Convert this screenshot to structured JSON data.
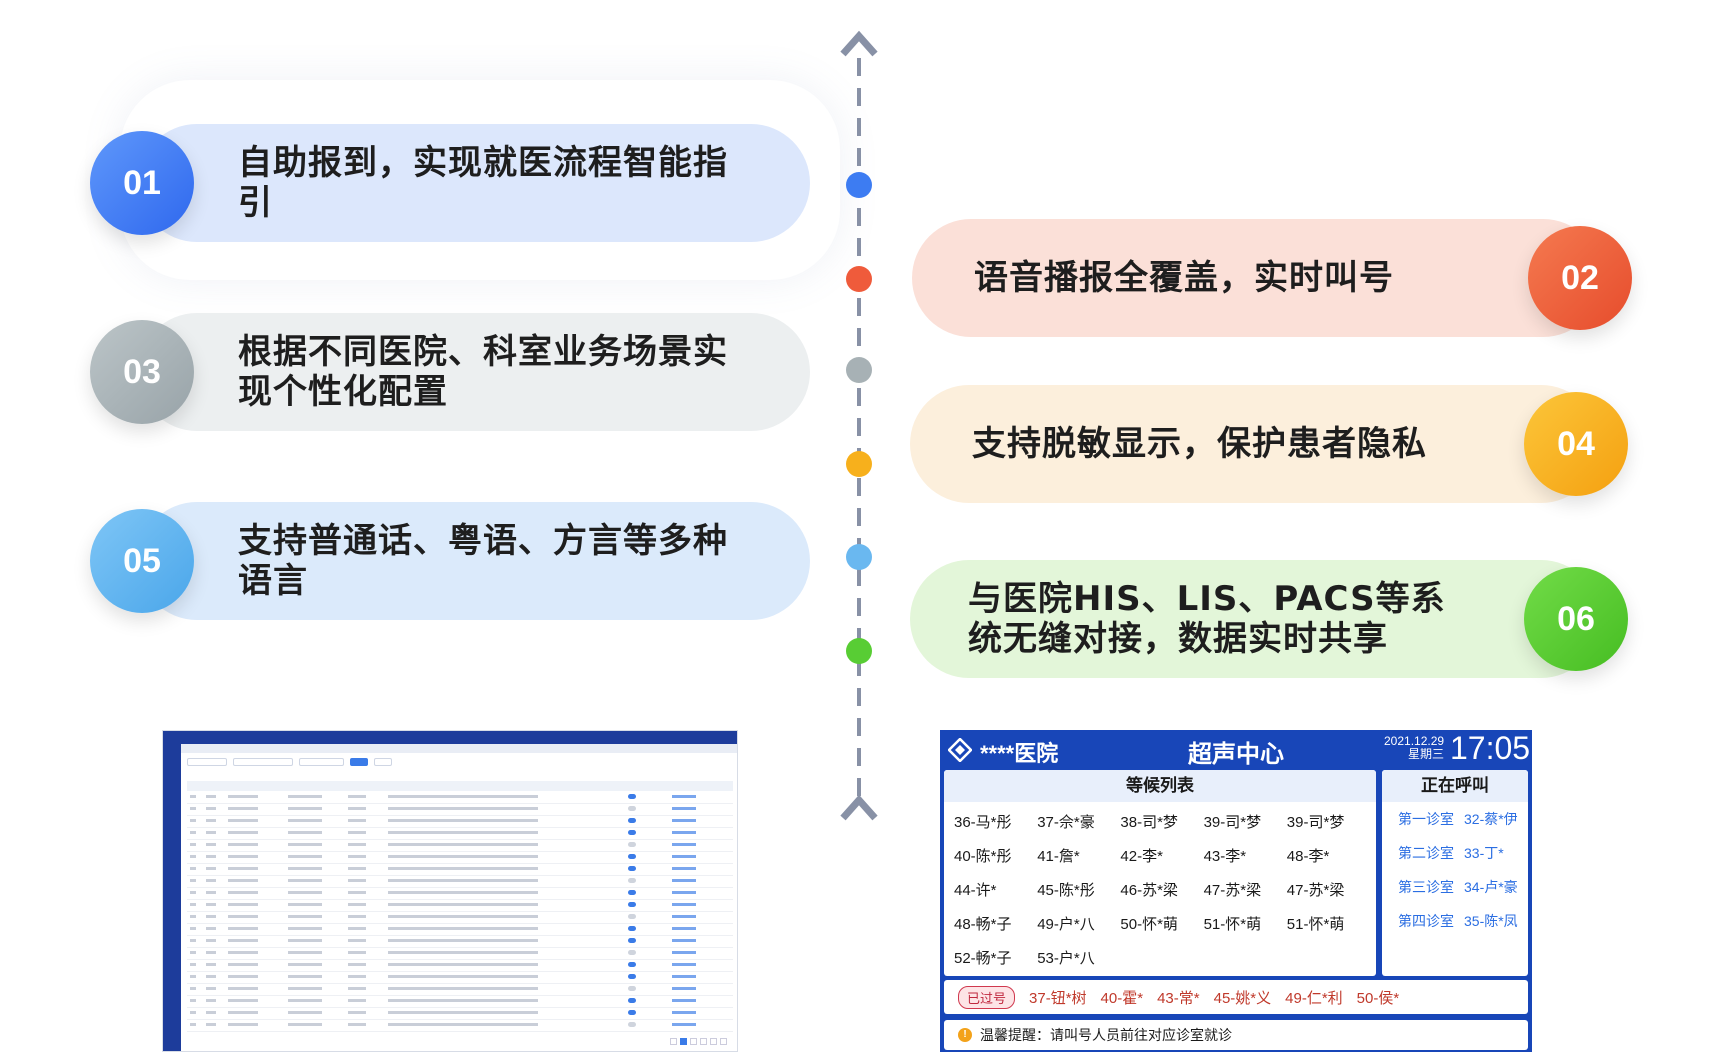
{
  "features": [
    {
      "num": "01",
      "text": "自助报到，实现就医流程智能指引",
      "color": "#3d7cf2"
    },
    {
      "num": "02",
      "text": "语音播报全覆盖，实时叫号",
      "color": "#ef5b3b"
    },
    {
      "num": "03",
      "text": "根据不同医院、科室业务场景实现个性化配置",
      "color": "#a7b1b5"
    },
    {
      "num": "04",
      "text": "支持脱敏显示，保护患者隐私",
      "color": "#f7b01c"
    },
    {
      "num": "05",
      "text": "支持普通话、粤语、方言等多种语言",
      "color": "#5fb3ef"
    },
    {
      "num": "06",
      "text": "与医院HIS、LIS、PACS等系统无缝对接，数据实时共享",
      "color": "#58cd34"
    }
  ],
  "call_screen": {
    "hospital": "****医院",
    "department": "超声中心",
    "date": "2021.12.29",
    "weekday": "星期三",
    "time": "17:05",
    "waiting_title": "等候列表",
    "calling_title": "正在呼叫",
    "waiting": [
      "36-马*彤",
      "37-佘*豪",
      "38-司*梦",
      "39-司*梦",
      "39-司*梦",
      "40-陈*彤",
      "41-詹*",
      "42-李*",
      "43-李*",
      "48-李*",
      "44-许*",
      "45-陈*彤",
      "46-苏*梁",
      "47-苏*梁",
      "47-苏*梁",
      "48-畅*子",
      "49-户*八",
      "50-怀*萌",
      "51-怀*萌",
      "51-怀*萌",
      "52-畅*子",
      "53-户*八"
    ],
    "calling": [
      {
        "room": "第一诊室",
        "patient": "32-蔡*伊"
      },
      {
        "room": "第二诊室",
        "patient": "33-丁*"
      },
      {
        "room": "第三诊室",
        "patient": "34-卢*豪"
      },
      {
        "room": "第四诊室",
        "patient": "35-陈*凤"
      }
    ],
    "passed_label": "已过号",
    "passed": [
      "37-钮*树",
      "40-霍*",
      "43-常*",
      "45-姚*义",
      "49-仁*利",
      "50-侯*"
    ],
    "notice": "温馨提醒：请叫号人员前往对应诊室就诊"
  },
  "colors": {
    "pill01": "#dce7fc",
    "pill02": "#fbe0d8",
    "pill03": "#eceff0",
    "pill04": "#fcefdc",
    "pill05": "#dbeafb",
    "pill06": "#e3f6d9"
  }
}
